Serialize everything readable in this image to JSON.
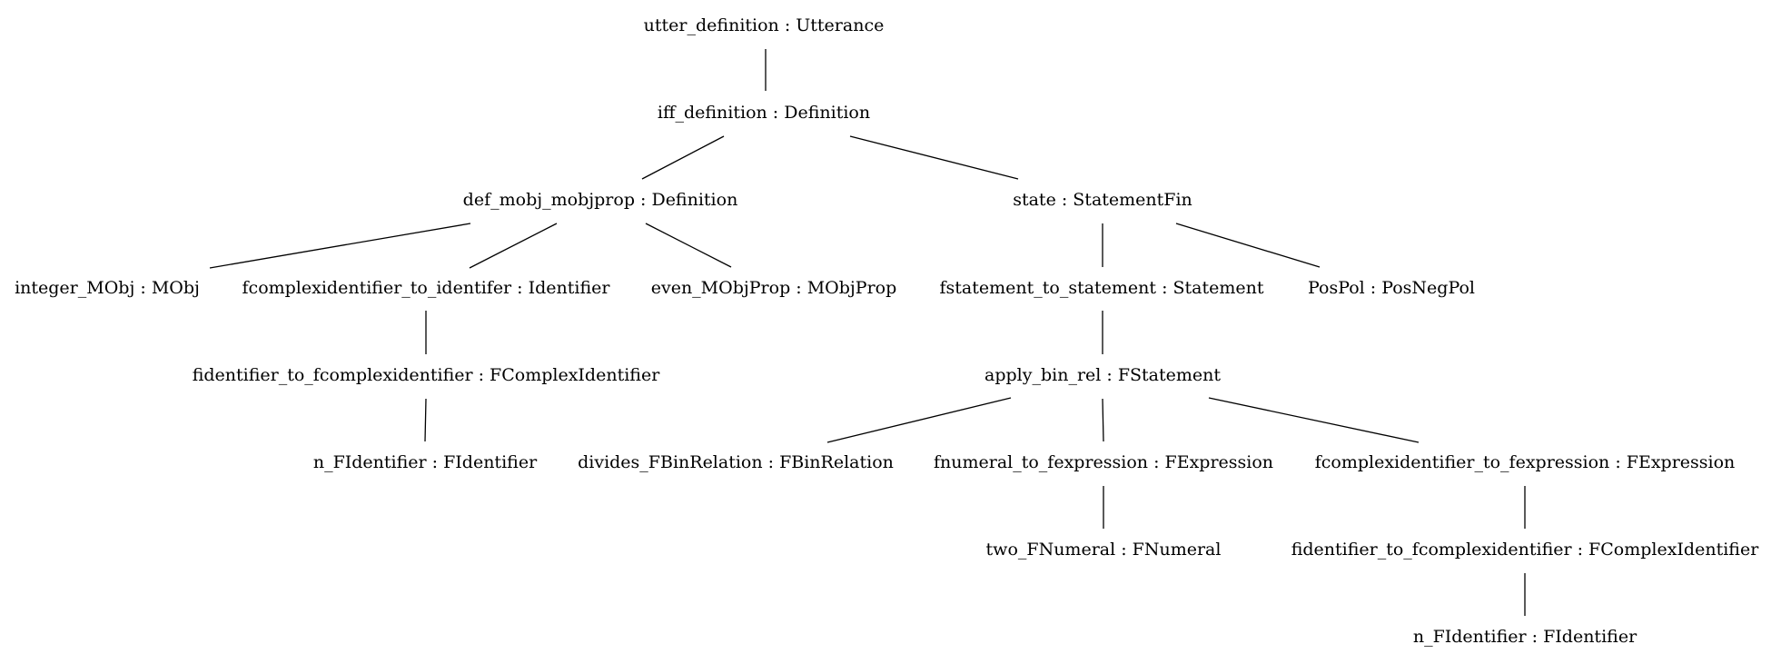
{
  "diagram": {
    "type": "parse-tree",
    "nodes": [
      {
        "id": "n0",
        "label": "utter_definition : Utterance"
      },
      {
        "id": "n1",
        "label": "iff_definition : Definition"
      },
      {
        "id": "n2",
        "label": "def_mobj_mobjprop : Definition"
      },
      {
        "id": "n3",
        "label": "state : StatementFin"
      },
      {
        "id": "n4",
        "label": "integer_MObj : MObj"
      },
      {
        "id": "n5",
        "label": "fcomplexidentifier_to_identifer : Identifier"
      },
      {
        "id": "n6",
        "label": "even_MObjProp : MObjProp"
      },
      {
        "id": "n7",
        "label": "fstatement_to_statement : Statement"
      },
      {
        "id": "n8",
        "label": "PosPol : PosNegPol"
      },
      {
        "id": "n9",
        "label": "fidentifier_to_fcomplexidentifier : FComplexIdentifier"
      },
      {
        "id": "n10",
        "label": "apply_bin_rel : FStatement"
      },
      {
        "id": "n11",
        "label": "n_FIdentifier : FIdentifier"
      },
      {
        "id": "n12",
        "label": "divides_FBinRelation : FBinRelation"
      },
      {
        "id": "n13",
        "label": "fnumeral_to_fexpression : FExpression"
      },
      {
        "id": "n14",
        "label": "fcomplexidentifier_to_fexpression : FExpression"
      },
      {
        "id": "n15",
        "label": "two_FNumeral : FNumeral"
      },
      {
        "id": "n16",
        "label": "fidentifier_to_fcomplexidentifier : FComplexIdentifier"
      },
      {
        "id": "n17",
        "label": "n_FIdentifier : FIdentifier"
      }
    ],
    "edges": [
      {
        "from": "n0",
        "to": "n1"
      },
      {
        "from": "n1",
        "to": "n2"
      },
      {
        "from": "n1",
        "to": "n3"
      },
      {
        "from": "n2",
        "to": "n4"
      },
      {
        "from": "n2",
        "to": "n5"
      },
      {
        "from": "n2",
        "to": "n6"
      },
      {
        "from": "n3",
        "to": "n7"
      },
      {
        "from": "n3",
        "to": "n8"
      },
      {
        "from": "n5",
        "to": "n9"
      },
      {
        "from": "n9",
        "to": "n11"
      },
      {
        "from": "n7",
        "to": "n10"
      },
      {
        "from": "n10",
        "to": "n12"
      },
      {
        "from": "n10",
        "to": "n13"
      },
      {
        "from": "n10",
        "to": "n14"
      },
      {
        "from": "n13",
        "to": "n15"
      },
      {
        "from": "n14",
        "to": "n16"
      },
      {
        "from": "n16",
        "to": "n17"
      }
    ]
  }
}
